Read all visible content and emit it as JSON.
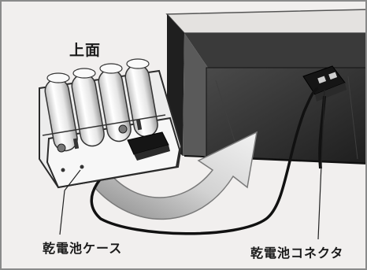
{
  "labels": {
    "top_view": "上面",
    "battery_case": "乾電池ケース",
    "battery_connector": "乾電池コネクタ"
  },
  "colors": {
    "background": "#f1efee",
    "box_dark": "#2b2b2b",
    "battery_light": "#eeeeee",
    "arrow_gray": "#c6c6c6",
    "wire": "#1a1a1a"
  },
  "icons": [
    "battery-case",
    "battery-cell",
    "battery-connector-plug",
    "arrow",
    "equipment-box"
  ]
}
